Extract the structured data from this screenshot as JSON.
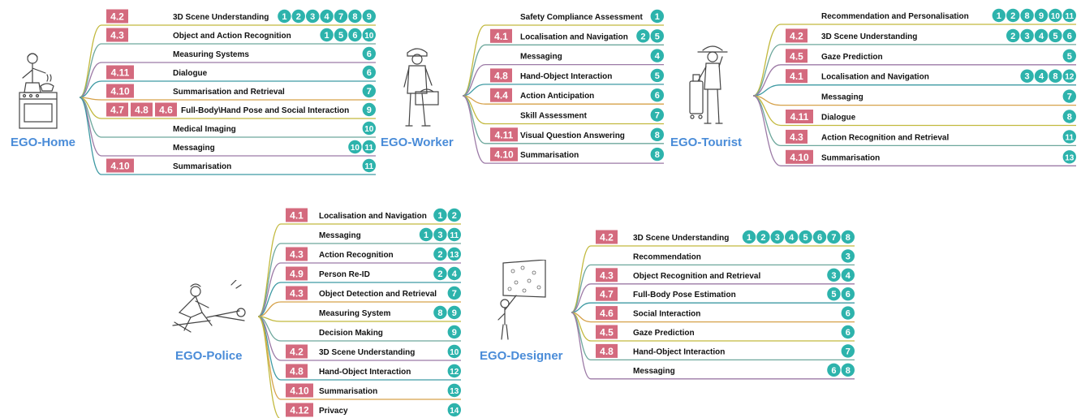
{
  "colors": {
    "section_badge": "#d46a7e",
    "circle": "#2db3ac",
    "persona_label": "#4a8cd8",
    "branch_palette": [
      "#c2b93e",
      "#6da79c",
      "#9c7aa6",
      "#3e9aa3",
      "#d6a24a"
    ]
  },
  "personas": [
    {
      "name": "EGO-Home",
      "icon": "cook-at-stove-icon",
      "rows": [
        {
          "section": "4.2",
          "label": "3D Scene Understanding",
          "refs": [
            "1",
            "2",
            "3",
            "4",
            "7",
            "8",
            "9"
          ]
        },
        {
          "section": "4.3",
          "label": "Object and Action Recognition",
          "refs": [
            "1",
            "5",
            "6",
            "10"
          ]
        },
        {
          "section": "",
          "label": "Measuring Systems",
          "refs": [
            "6"
          ]
        },
        {
          "section": "4.11",
          "label": "Dialogue",
          "refs": [
            "6"
          ]
        },
        {
          "section": "4.10",
          "label": "Summarisation and Retrieval",
          "refs": [
            "7"
          ]
        },
        {
          "sections": [
            "4.7",
            "4.8",
            "4.6"
          ],
          "label": "Full-Body\\Hand Pose and Social Interaction",
          "refs": [
            "9"
          ]
        },
        {
          "section": "",
          "label": "Medical Imaging",
          "refs": [
            "10"
          ]
        },
        {
          "section": "",
          "label": "Messaging",
          "refs": [
            "10",
            "11"
          ]
        },
        {
          "section": "4.10",
          "label": "Summarisation",
          "refs": [
            "11"
          ]
        }
      ]
    },
    {
      "name": "EGO-Worker",
      "icon": "worker-with-toolbox-icon",
      "rows": [
        {
          "section": "",
          "label": "Safety Compliance Assessment",
          "refs": [
            "1"
          ]
        },
        {
          "section": "4.1",
          "label": "Localisation and Navigation",
          "refs": [
            "2",
            "5"
          ]
        },
        {
          "section": "",
          "label": "Messaging",
          "refs": [
            "4"
          ]
        },
        {
          "section": "4.8",
          "label": "Hand-Object Interaction",
          "refs": [
            "5"
          ]
        },
        {
          "section": "4.4",
          "label": "Action Anticipation",
          "refs": [
            "6"
          ]
        },
        {
          "section": "",
          "label": "Skill Assessment",
          "refs": [
            "7"
          ]
        },
        {
          "section": "4.11",
          "label": "Visual Question Answering",
          "refs": [
            "8"
          ]
        },
        {
          "section": "4.10",
          "label": "Summarisation",
          "refs": [
            "8"
          ]
        }
      ]
    },
    {
      "name": "EGO-Tourist",
      "icon": "tourist-with-suitcase-icon",
      "rows": [
        {
          "section": "",
          "label": "Recommendation and Personalisation",
          "refs": [
            "1",
            "2",
            "8",
            "9",
            "10",
            "11"
          ]
        },
        {
          "section": "4.2",
          "label": "3D Scene Understanding",
          "refs": [
            "2",
            "3",
            "4",
            "5",
            "6"
          ]
        },
        {
          "section": "4.5",
          "label": "Gaze Prediction",
          "refs": [
            "5"
          ]
        },
        {
          "section": "4.1",
          "label": "Localisation and Navigation",
          "refs": [
            "3",
            "4",
            "8",
            "12"
          ]
        },
        {
          "section": "",
          "label": "Messaging",
          "refs": [
            "7"
          ]
        },
        {
          "section": "4.11",
          "label": "Dialogue",
          "refs": [
            "8"
          ]
        },
        {
          "section": "4.3",
          "label": "Action Recognition and Retrieval",
          "refs": [
            "11"
          ]
        },
        {
          "section": "4.10",
          "label": "Summarisation",
          "refs": [
            "13"
          ]
        }
      ]
    },
    {
      "name": "EGO-Police",
      "icon": "police-officer-with-person-icon",
      "rows": [
        {
          "section": "4.1",
          "label": "Localisation and Navigation",
          "refs": [
            "1",
            "2"
          ]
        },
        {
          "section": "",
          "label": "Messaging",
          "refs": [
            "1",
            "3",
            "11"
          ]
        },
        {
          "section": "4.3",
          "label": "Action Recognition",
          "refs": [
            "2",
            "13"
          ]
        },
        {
          "section": "4.9",
          "label": "Person Re-ID",
          "refs": [
            "2",
            "4"
          ]
        },
        {
          "section": "4.3",
          "label": "Object Detection and Retrieval",
          "refs": [
            "7"
          ]
        },
        {
          "section": "",
          "label": "Measuring System",
          "refs": [
            "8",
            "9"
          ]
        },
        {
          "section": "",
          "label": "Decision Making",
          "refs": [
            "9"
          ]
        },
        {
          "section": "4.2",
          "label": "3D Scene Understanding",
          "refs": [
            "10"
          ]
        },
        {
          "section": "4.8",
          "label": "Hand-Object Interaction",
          "refs": [
            "12"
          ]
        },
        {
          "section": "4.10",
          "label": "Summarisation",
          "refs": [
            "13"
          ]
        },
        {
          "section": "4.12",
          "label": "Privacy",
          "refs": [
            "14"
          ]
        }
      ]
    },
    {
      "name": "EGO-Designer",
      "icon": "designer-at-board-icon",
      "rows": [
        {
          "section": "4.2",
          "label": "3D Scene Understanding",
          "refs": [
            "1",
            "2",
            "3",
            "4",
            "5",
            "6",
            "7",
            "8"
          ]
        },
        {
          "section": "",
          "label": "Recommendation",
          "refs": [
            "3"
          ]
        },
        {
          "section": "4.3",
          "label": "Object Recognition and Retrieval",
          "refs": [
            "3",
            "4"
          ]
        },
        {
          "section": "4.7",
          "label": "Full-Body Pose Estimation",
          "refs": [
            "5",
            "6"
          ]
        },
        {
          "section": "4.6",
          "label": "Social Interaction",
          "refs": [
            "6"
          ]
        },
        {
          "section": "4.5",
          "label": "Gaze Prediction",
          "refs": [
            "6"
          ]
        },
        {
          "section": "4.8",
          "label": "Hand-Object Interaction",
          "refs": [
            "7"
          ]
        },
        {
          "section": "",
          "label": "Messaging",
          "refs": [
            "6",
            "8"
          ]
        }
      ]
    }
  ]
}
